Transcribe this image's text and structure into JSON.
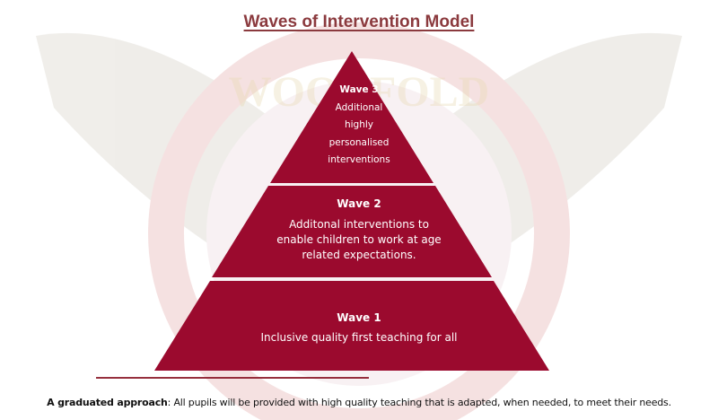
{
  "title": "Waves of Intervention Model",
  "watermark": {
    "text": "WOODFOLD"
  },
  "colors": {
    "pyramid": "#9b0a2e",
    "title": "#8b3a3e"
  },
  "waves": [
    {
      "heading": "Wave 3",
      "lines": [
        "Additional",
        "highly",
        "personalised",
        "interventions"
      ]
    },
    {
      "heading": "Wave 2",
      "lines": [
        "Additonal interventions to",
        "enable children to work at age",
        "related expectations."
      ]
    },
    {
      "heading": "Wave 1",
      "lines": [
        "Inclusive quality first teaching for all"
      ]
    }
  ],
  "footer": {
    "label": "A graduated approach",
    "text": ": All pupils will be provided with high quality teaching that is adapted, when needed, to meet their needs."
  }
}
